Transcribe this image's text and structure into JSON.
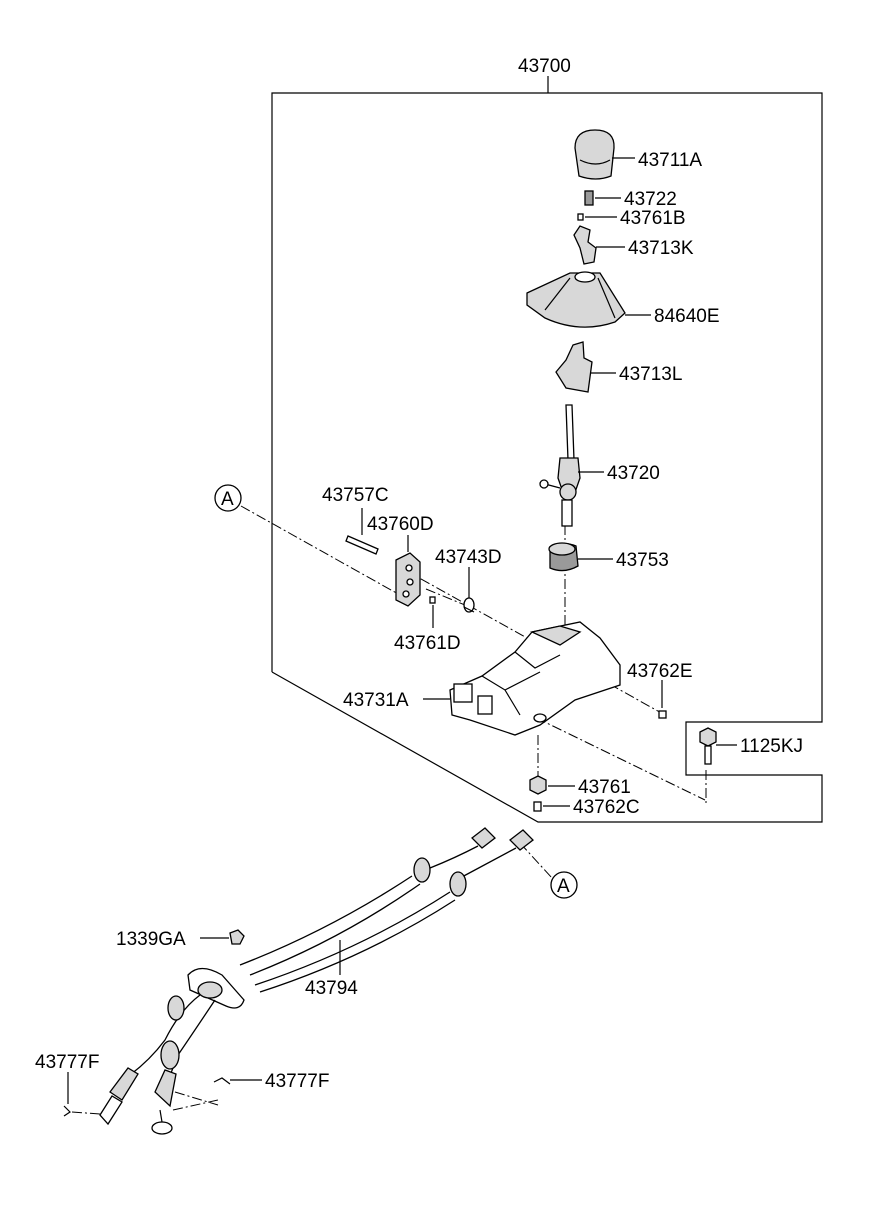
{
  "assembly": {
    "label": "43700"
  },
  "ref_markers": {
    "top": "A",
    "bottom": "A"
  },
  "parts": {
    "knob": "43711A",
    "spring": "43722",
    "pin_b": "43761B",
    "upper_lever": "43713K",
    "boot": "84640E",
    "lower_lever": "43713L",
    "lever": "43720",
    "bushing": "43753",
    "bolt": "43757C",
    "bracket": "43760D",
    "spring_clip": "43743D",
    "pin_d": "43761D",
    "clip_e": "43762E",
    "housing": "43731A",
    "hex_bolt": "1125KJ",
    "nut": "43761",
    "clip_c": "43762C",
    "grommet_clip": "1339GA",
    "cable_assy": "43794",
    "end_clip_left": "43777F",
    "end_clip_right": "43777F"
  }
}
